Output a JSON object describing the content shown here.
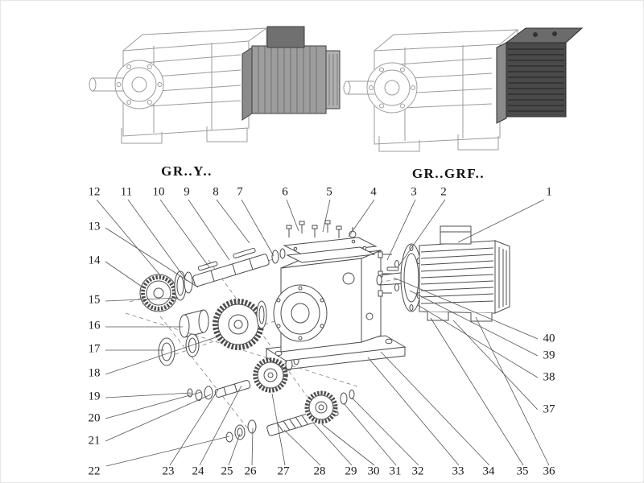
{
  "diagram": {
    "left_label": "GR..Y..",
    "right_label": "GR..GRF.."
  },
  "callouts": {
    "numbers": [
      "1",
      "2",
      "3",
      "4",
      "5",
      "6",
      "7",
      "8",
      "9",
      "10",
      "11",
      "12",
      "13",
      "14",
      "15",
      "16",
      "17",
      "18",
      "19",
      "20",
      "21",
      "22",
      "23",
      "24",
      "25",
      "26",
      "27",
      "28",
      "29",
      "30",
      "31",
      "32",
      "33",
      "34",
      "35",
      "36",
      "37",
      "38",
      "39",
      "40"
    ]
  },
  "colors": {
    "background": "#ffffff",
    "ink": "#4d4d4d",
    "light_line": "#9b9b9b",
    "motor_dark": "#4a4a4a",
    "text": "#1c1c1c"
  }
}
